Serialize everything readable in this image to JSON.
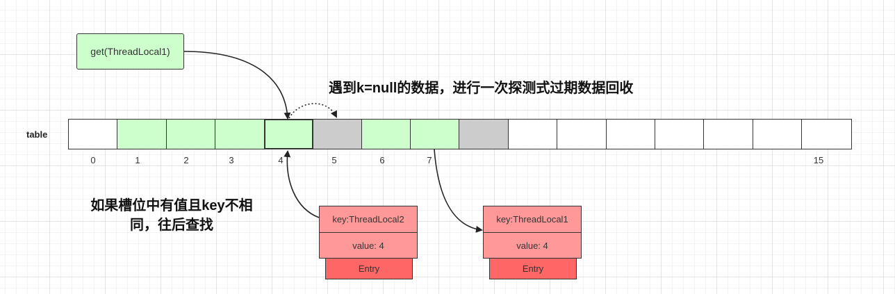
{
  "get_call": "get(ThreadLocal1)",
  "table_label": "table",
  "slots": [
    {
      "index": "0",
      "fill": "#ffffff"
    },
    {
      "index": "1",
      "fill": "#ccffcc"
    },
    {
      "index": "2",
      "fill": "#ccffcc"
    },
    {
      "index": "3",
      "fill": "#ccffcc"
    },
    {
      "index": "4",
      "fill": "#ccffcc"
    },
    {
      "index": "5",
      "fill": "#cccccc"
    },
    {
      "index": "6",
      "fill": "#ccffcc"
    },
    {
      "index": "7",
      "fill": "#ccffcc"
    },
    {
      "index": "",
      "fill": "#cccccc"
    },
    {
      "index": "",
      "fill": "#ffffff"
    },
    {
      "index": "",
      "fill": "#ffffff"
    },
    {
      "index": "",
      "fill": "#ffffff"
    },
    {
      "index": "",
      "fill": "#ffffff"
    },
    {
      "index": "",
      "fill": "#ffffff"
    },
    {
      "index": "",
      "fill": "#ffffff"
    },
    {
      "index": "15",
      "fill": "#ffffff"
    }
  ],
  "notes": {
    "null_key": "遇到k=null的数据，进行一次探测式过期数据回收",
    "probe": "如果槽位中有值且key不相同，往后查找"
  },
  "entries": [
    {
      "key": "key:ThreadLocal2",
      "value": "value: 4",
      "tag": "Entry"
    },
    {
      "key": "key:ThreadLocal1",
      "value": "value: 4",
      "tag": "Entry"
    }
  ],
  "colors": {
    "green": "#ccffcc",
    "gray": "#cccccc",
    "entry_field": "#ff9999",
    "entry_tag": "#ff6666"
  }
}
